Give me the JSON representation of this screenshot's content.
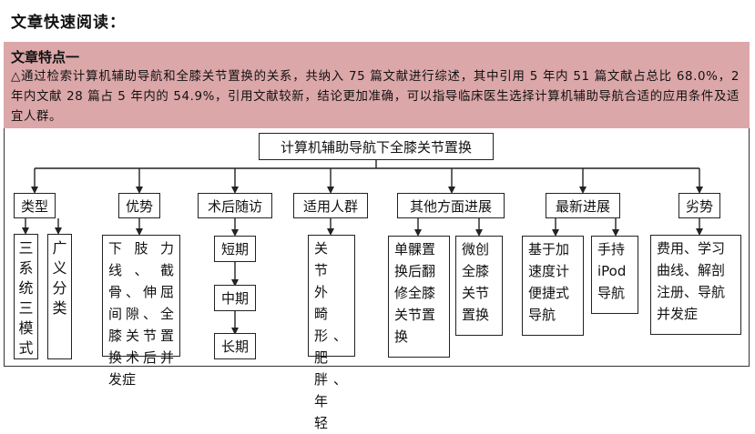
{
  "heading": "文章快速阅读：",
  "features": {
    "title": "文章特点一",
    "body": "△通过检索计算机辅助导航和全膝关节置换的关系，共纳入 75 篇文献进行综述，其中引用 5 年内 51 篇文献占总比 68.0%，2 年内文献 28 篇占 5 年内的 54.9%，引用文献较新，结论更加准确，可以指导临床医生选择计算机辅助导航合适的应用条件及适宜人群。"
  },
  "diagram": {
    "root": "计算机辅助导航下全膝关节置换",
    "categories": [
      {
        "label": "类型",
        "children": [
          "三系统三模式",
          "广义分类"
        ]
      },
      {
        "label": "优势",
        "children": [
          "下肢力线、截骨、伸屈间隙、全膝关节置换术后并发症"
        ]
      },
      {
        "label": "术后随访",
        "children": [
          "短期",
          "中期",
          "长期"
        ]
      },
      {
        "label": "适用人群",
        "children": [
          "关节外畸形、肥胖、年轻"
        ]
      },
      {
        "label": "其他方面进展",
        "children": [
          "单髁置换后翻修全膝关节置换",
          "微创全膝关节置换"
        ]
      },
      {
        "label": "最新进展",
        "children": [
          "基于加速度计便捷式导航",
          "手持iPod导航"
        ]
      },
      {
        "label": "劣势",
        "children": [
          "费用、学习曲线、解剖注册、导航并发症"
        ]
      }
    ]
  }
}
